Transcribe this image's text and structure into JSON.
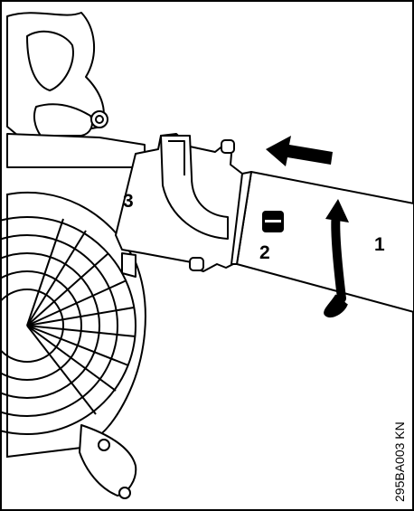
{
  "figure": {
    "callouts": [
      {
        "id": "tube",
        "label": "1"
      },
      {
        "id": "lock-slot",
        "label": "2"
      },
      {
        "id": "connector",
        "label": "3"
      }
    ],
    "image_code": "295BA003 KN",
    "arrows": {
      "push": "left",
      "rotate": "clockwise-around-tube"
    }
  }
}
